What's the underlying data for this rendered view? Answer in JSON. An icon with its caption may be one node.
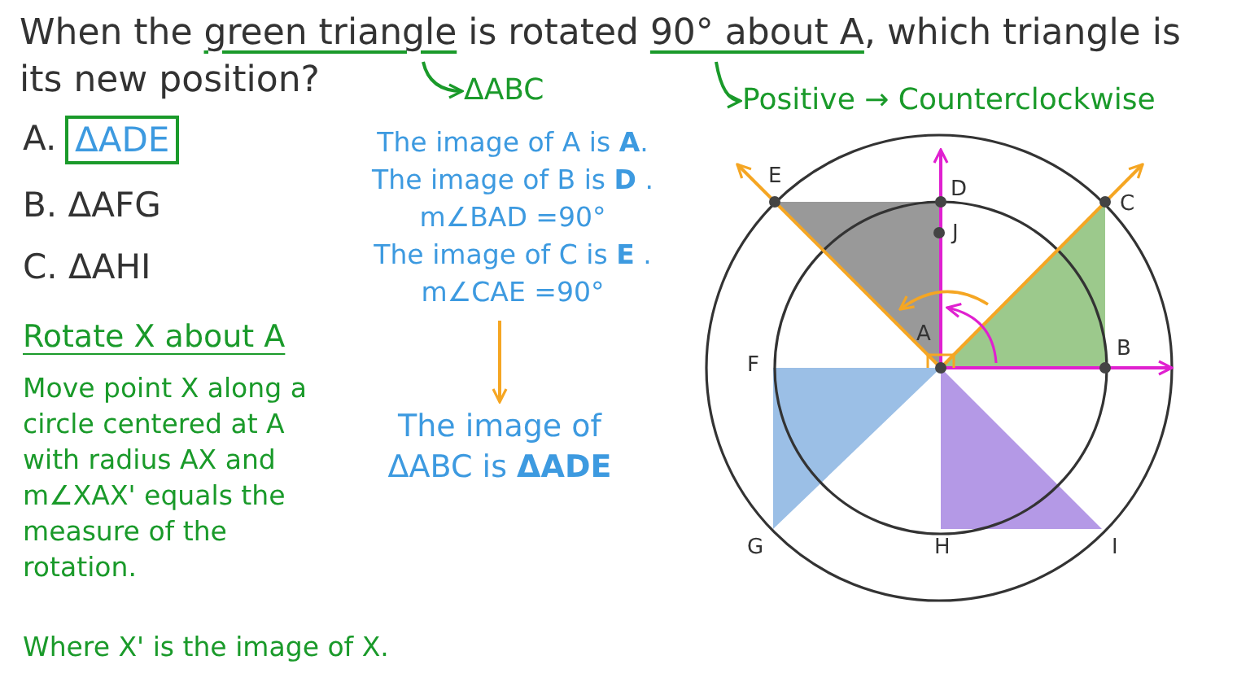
{
  "diagram": {
    "title": "When the **green triangle** is rotated **90° about A**, which triangle is its new position?",
    "nodes": [
      {
        "text": [
          "ΔABC"
        ]
      },
      {
        "text": [
          "Positive → Counterclockwise"
        ]
      },
      {
        "text": [
          "The image of A is **A**.",
          "The image of B is **D** .",
          "m∠BAD =90°",
          "The image of C is **E** .",
          "m∠CAE =90°"
        ]
      },
      {
        "text": [
          "The image of ΔABC is **ΔADE**"
        ]
      },
      {
        "text": [
          "ΔADE"
        ],
        "beside": [
          "A."
        ]
      }
    ],
    "edges": [
      {
        "from": null,
        "to": 0,
        "arrow": "to"
      },
      {
        "from": null,
        "to": 1,
        "arrow": "to"
      },
      {
        "from": 2,
        "to": 3,
        "arrow": "to",
        "color": "#f5a623"
      }
    ],
    "labels": [
      "B. ΔAFG",
      "C. ΔAHI",
      "Rotate X about A",
      "Move point X along a circle centered at A with radius AX and m∠XAX' equals the measure of the rotation.",
      "Where X' is the image of X.",
      "E",
      "D",
      "C",
      "J",
      "A",
      "F",
      "B",
      "G",
      "H",
      "I"
    ]
  }
}
